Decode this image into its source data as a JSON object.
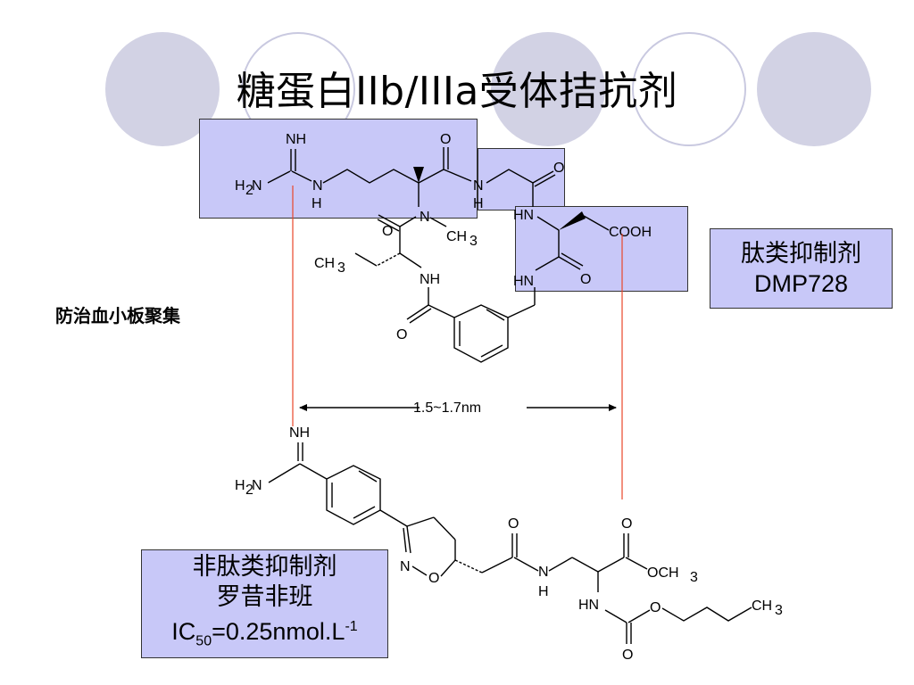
{
  "title": "糖蛋白IIb/IIIa受体拮抗剂",
  "side_note": "防治血小板聚集",
  "peptide_box": {
    "line1": "肽类抑制剂",
    "line2": "DMP728"
  },
  "nonpeptide_box": {
    "line1": "非肽类抑制剂",
    "line2": "罗昔非班",
    "ic_prefix": "IC",
    "ic_sub": "50",
    "ic_value": "=0.25nmol.L",
    "ic_sup": "-1"
  },
  "distance_label": "1.5~1.7nm",
  "atoms": {
    "NH": "NH",
    "H2N_H": "H",
    "H2N_2": "2",
    "H2N_N": "N",
    "N": "N",
    "H": "H",
    "O": "O",
    "CH3_C": "CH",
    "CH3_3": "3",
    "HN": "HN",
    "COOH": "COOH",
    "OCH3_O": "OCH",
    "O_minus": "O"
  },
  "colors": {
    "highlight": "#c8c8f8",
    "connector": "#e8472a",
    "circle_fill": "#d2d2e4",
    "circle_ring": "#c9c9e0"
  }
}
